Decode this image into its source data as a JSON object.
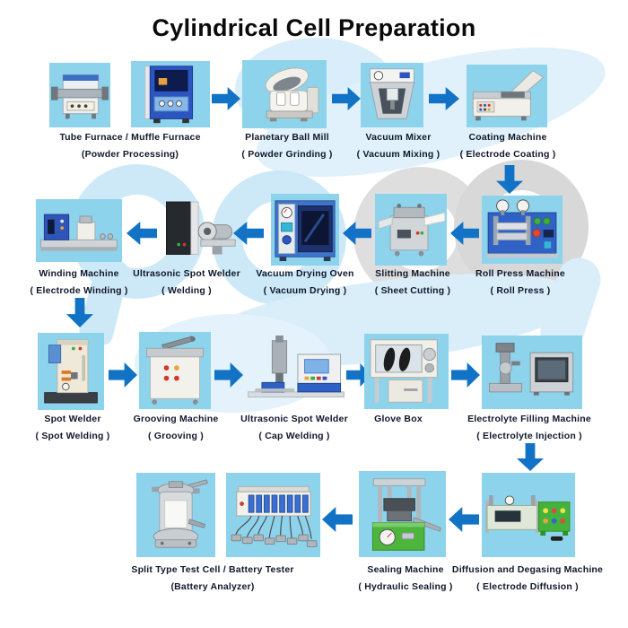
{
  "title": "Cylindrical Cell Preparation",
  "colors": {
    "arrow_blue": "#1273c6",
    "tile_blue": "#8ed3ec",
    "watermark_light_blue": "#cde9f7",
    "watermark_gray": "#dcdcdc",
    "label_text": "#10182b",
    "title_text": "#0a0a0a"
  },
  "icons": {
    "flow_arrow": "solid block arrow showing process direction"
  },
  "rows": [
    {
      "items": [
        {
          "label": "Tube Furnace  /  Muffle Furnace",
          "caption": "(Powder Processing)"
        },
        {
          "label": "Planetary Ball Mill",
          "caption": "( Powder Grinding )"
        },
        {
          "label": "Vacuum Mixer",
          "caption": "( Vacuum Mixing )"
        },
        {
          "label": "Coating Machine",
          "caption": "( Electrode Coating )"
        }
      ]
    },
    {
      "items": [
        {
          "label": "Winding Machine",
          "caption": "( Electrode Winding )"
        },
        {
          "label": "Ultrasonic Spot Welder",
          "caption": "( Welding )"
        },
        {
          "label": "Vacuum Drying Oven",
          "caption": "( Vacuum Drying )"
        },
        {
          "label": "Slitting Machine",
          "caption": "( Sheet Cutting )"
        },
        {
          "label": "Roll Press Machine",
          "caption": "( Roll Press )"
        }
      ]
    },
    {
      "items": [
        {
          "label": "Spot Welder",
          "caption": "( Spot Welding )"
        },
        {
          "label": "Grooving Machine",
          "caption": "( Grooving )"
        },
        {
          "label": "Ultrasonic Spot Welder",
          "caption": "( Cap Welding )"
        },
        {
          "label": "Glove Box",
          "caption": ""
        },
        {
          "label": "Electrolyte Filling Machine",
          "caption": "( Electrolyte Injection )"
        }
      ]
    },
    {
      "items": [
        {
          "label": "Split Type Test Cell  /  Battery Tester",
          "caption": "(Battery Analyzer)"
        },
        {
          "label": "Sealing Machine",
          "caption": "( Hydraulic Sealing )"
        },
        {
          "label": "Diffusion and Degasing Machine",
          "caption": "( Electrode Diffusion )"
        }
      ]
    }
  ]
}
